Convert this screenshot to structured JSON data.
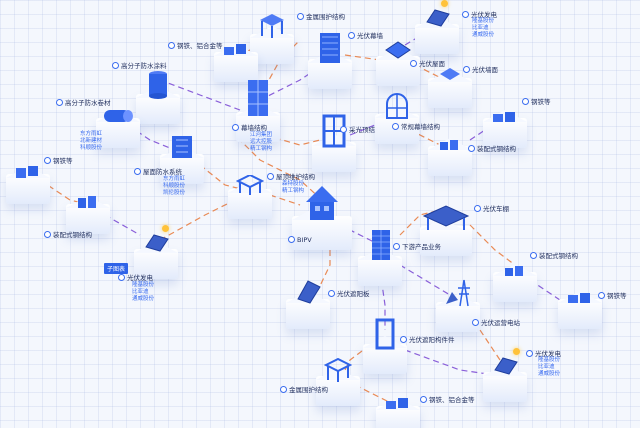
{
  "labels": {
    "metal_roof_top": "金属围护结构",
    "steel_alu_top": "钢铁、铝合金等",
    "pv_power_top": "光伏发电",
    "pv_power_top_subs": [
      "隆基股份",
      "比亚迪",
      "通威股份"
    ],
    "pv_curtain": "光伏幕墙",
    "pv_roof": "光伏屋面",
    "pv_wall": "光伏墙面",
    "polymer_coating": "高分子防水涂料",
    "polymer_roll": "高分子防水卷材",
    "polymer_roll_subs": [
      "东方雨虹",
      "北新建材",
      "科顺股份"
    ],
    "curtain_structure": "幕墙结构",
    "curtain_structure_subs": [
      "江河集团",
      "远大控股",
      "精工钢构"
    ],
    "lighting_top": "采光顶结构",
    "regular_curtain": "常规幕墙结构",
    "steel_right_top": "钢铁等",
    "prefab_steel_right_top": "装配式钢结构",
    "steel_left": "钢铁等",
    "roof_waterproof": "屋面防水系统",
    "roof_waterproof_subs": [
      "东方雨虹",
      "科顺股份",
      "凯伦股份"
    ],
    "enclosure": "屋顶维护结构",
    "enclosure_subs": [
      "森特股份",
      "精工钢构"
    ],
    "prefab_steel_left": "装配式钢结构",
    "bipv": "BIPV",
    "pv_carport": "光伏车棚",
    "downstream": "下游产品业务",
    "subsystem_tag": "子图表",
    "pv_power_left": "光伏发电",
    "pv_power_left_subs": [
      "隆基股份",
      "比亚迪",
      "通威股份"
    ],
    "prefab_steel_right_mid": "装配式钢结构",
    "pv_sunshade_board": "光伏遮阳板",
    "steel_right_mid": "钢铁等",
    "pv_transmission": "光伏运营电站",
    "pv_sunshade_part": "光伏遮阳构件件",
    "pv_power_bottom": "光伏发电",
    "pv_power_bottom_subs": [
      "隆基股份",
      "比亚迪",
      "通威股份"
    ],
    "metal_bottom": "金属围护结构",
    "steel_alu_bottom": "钢铁、铝合金等"
  },
  "colors": {
    "dash_orange": "#e98a55",
    "dash_purple": "#8a5fd9",
    "accent_blue": "#2f63e8",
    "sun": "#ffc23a"
  }
}
